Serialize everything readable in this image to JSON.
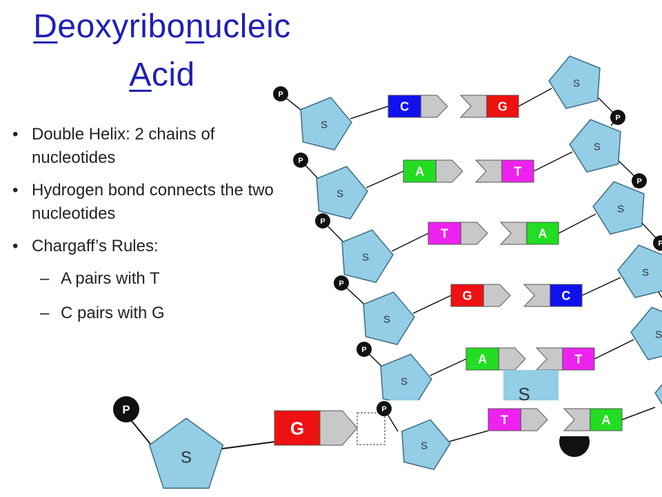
{
  "title": {
    "part1": "D",
    "part2": "eoxyribo",
    "part3": "n",
    "part4": "ucleic",
    "part5": "A",
    "part6": "cid"
  },
  "bullets": [
    "Double Helix: 2 chains of nucleotides",
    "Hydrogen bond connects the two nucleotides",
    "Chargaff’s Rules:"
  ],
  "subbullets": [
    "A pairs with T",
    "C pairs with G"
  ],
  "labels": {
    "sugar": "S",
    "phosphate": "P"
  },
  "base_pairs": [
    {
      "left": "C",
      "right": "G"
    },
    {
      "left": "A",
      "right": "T"
    },
    {
      "left": "T",
      "right": "A"
    },
    {
      "left": "G",
      "right": "C"
    },
    {
      "left": "A",
      "right": "T"
    },
    {
      "left": "T",
      "right": "A"
    }
  ],
  "front_base": "G",
  "colors": {
    "A": "#22dd22",
    "T": "#ee22ee",
    "C": "#1111ee",
    "G": "#ee1111",
    "sugar": "#93cde6",
    "phosphate": "#111111",
    "base_body": "#c8c8c8",
    "title": "#1f1fb4"
  }
}
